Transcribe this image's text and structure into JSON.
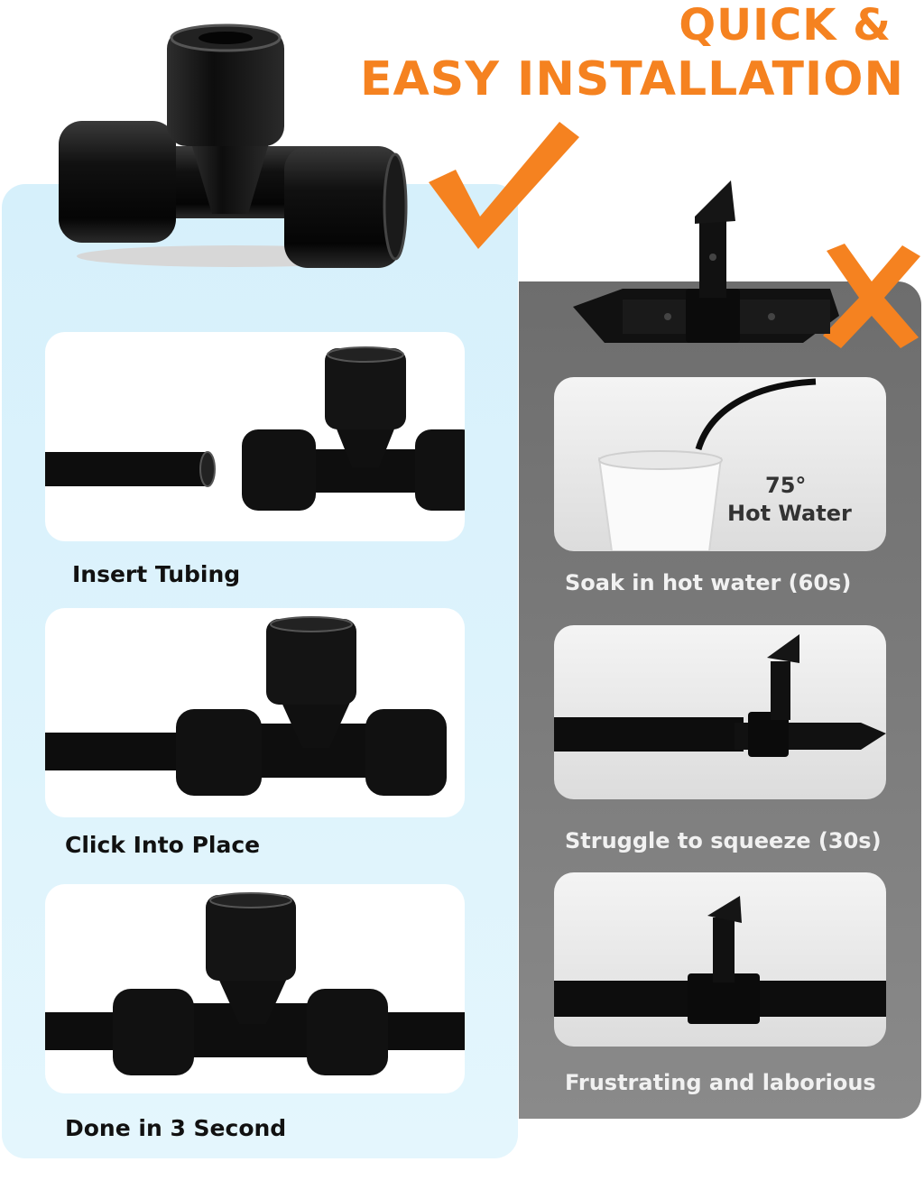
{
  "headline": {
    "line1": "QUICK &",
    "line2": "EASY INSTALLATION"
  },
  "colors": {
    "accent": "#f58220",
    "left_panel": "#d9f2fc",
    "right_panel": "#777777"
  },
  "icons": {
    "check": "check-icon",
    "cross": "cross-icon"
  },
  "left_steps": [
    {
      "caption": "Insert Tubing"
    },
    {
      "caption": "Click Into Place"
    },
    {
      "caption": "Done in 3 Second"
    }
  ],
  "right_steps": [
    {
      "caption": "Soak in hot water (60s)"
    },
    {
      "caption": "Struggle to squeeze (30s)"
    },
    {
      "caption": "Frustrating and laborious"
    }
  ],
  "hot_water_label": {
    "line1": "75°",
    "line2": "Hot Water"
  }
}
